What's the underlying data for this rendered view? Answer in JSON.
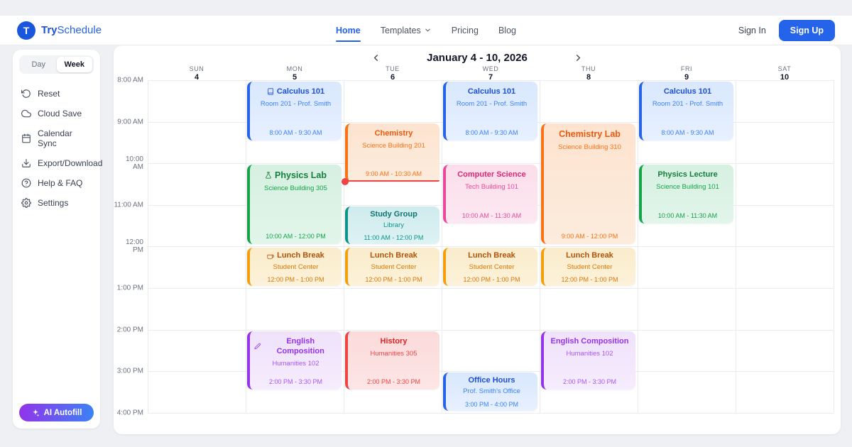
{
  "brand": {
    "logo_letter": "T",
    "name_bold": "Try",
    "name_rest": "Schedule"
  },
  "nav": {
    "links": [
      {
        "label": "Home",
        "active": true,
        "dropdown": false
      },
      {
        "label": "Templates",
        "active": false,
        "dropdown": true
      },
      {
        "label": "Pricing",
        "active": false,
        "dropdown": false
      },
      {
        "label": "Blog",
        "active": false,
        "dropdown": false
      }
    ],
    "sign_in": "Sign In",
    "sign_up": "Sign Up"
  },
  "sidebar": {
    "view_toggle": [
      {
        "label": "Day",
        "active": false
      },
      {
        "label": "Week",
        "active": true
      }
    ],
    "items": [
      {
        "icon": "reset-icon",
        "label": "Reset"
      },
      {
        "icon": "cloud-icon",
        "label": "Cloud Save"
      },
      {
        "icon": "calendar-icon",
        "label": "Calendar Sync"
      },
      {
        "icon": "download-icon",
        "label": "Export/Download"
      },
      {
        "icon": "help-icon",
        "label": "Help & FAQ"
      },
      {
        "icon": "settings-icon",
        "label": "Settings"
      }
    ],
    "ai_button": {
      "icon": "sparkles-icon",
      "label": "AI Autofill"
    }
  },
  "calendar": {
    "title": "January 4 - 10, 2026",
    "days": [
      {
        "name": "SUN",
        "num": "4"
      },
      {
        "name": "MON",
        "num": "5"
      },
      {
        "name": "TUE",
        "num": "6"
      },
      {
        "name": "WED",
        "num": "7"
      },
      {
        "name": "THU",
        "num": "8"
      },
      {
        "name": "FRI",
        "num": "9"
      },
      {
        "name": "SAT",
        "num": "10"
      }
    ],
    "times": [
      "8:00 AM",
      "9:00 AM",
      "10:00 AM",
      "11:00 AM",
      "12:00 PM",
      "1:00 PM",
      "2:00 PM",
      "3:00 PM",
      "4:00 PM"
    ],
    "handle_color": "#ef4444",
    "palette": {
      "blue": {
        "border": "#2563eb",
        "bg": "#d9e8fd",
        "bg2": "#e7f0fe",
        "title": "#1d4ed8",
        "text": "#3b82f6"
      },
      "orange": {
        "border": "#f97316",
        "bg": "#fde3cf",
        "bg2": "#fcecdd",
        "title": "#ea580c",
        "text": "#f97316"
      },
      "green": {
        "border": "#16a34a",
        "bg": "#d6f0e1",
        "bg2": "#e2f5ea",
        "title": "#15803d",
        "text": "#16a34a"
      },
      "teal": {
        "border": "#0d9488",
        "bg": "#cfebee",
        "bg2": "#ddf2f4",
        "title": "#0f766e",
        "text": "#0d9488"
      },
      "pink": {
        "border": "#ec4899",
        "bg": "#fbdeea",
        "bg2": "#fce8f2",
        "title": "#db2777",
        "text": "#ec4899"
      },
      "amber": {
        "border": "#f59e0b",
        "bg": "#faeccb",
        "bg2": "#fcf2da",
        "title": "#b45309",
        "text": "#d97706"
      },
      "purple": {
        "border": "#9333ea",
        "bg": "#efe2fb",
        "bg2": "#f5ecfd",
        "title": "#9333ea",
        "text": "#a855f7"
      },
      "red": {
        "border": "#ef4444",
        "bg": "#fcdada",
        "bg2": "#fde6e6",
        "title": "#dc2626",
        "text": "#ef4444"
      }
    },
    "events": [
      {
        "day": 1,
        "start": 8,
        "end": 9.5,
        "title": "Calculus 101",
        "location": "Room 201 - Prof. Smith",
        "time": "8:00 AM - 9:30 AM",
        "color": "blue",
        "icon": "book-icon"
      },
      {
        "day": 1,
        "start": 10,
        "end": 12,
        "title": "Physics Lab",
        "location": "Science Building 305",
        "time": "10:00 AM - 12:00 PM",
        "color": "green",
        "icon": "flask-icon"
      },
      {
        "day": 1,
        "start": 12,
        "end": 13,
        "title": "Lunch Break",
        "location": "Student Center",
        "time": "12:00 PM - 1:00 PM",
        "color": "amber",
        "icon": "coffee-icon"
      },
      {
        "day": 1,
        "start": 14,
        "end": 15.5,
        "title": "English Composition",
        "location": "Humanities 102",
        "time": "2:00 PM - 3:30 PM",
        "color": "purple",
        "icon": "pen-icon"
      },
      {
        "day": 2,
        "start": 9,
        "end": 10.5,
        "title": "Chemistry",
        "location": "Science Building 201",
        "time": "9:00 AM - 10:30 AM",
        "color": "orange",
        "resize_handle": true
      },
      {
        "day": 2,
        "start": 11,
        "end": 12,
        "title": "Study Group",
        "location": "Library",
        "time": "11:00 AM - 12:00 PM",
        "color": "teal"
      },
      {
        "day": 2,
        "start": 12,
        "end": 13,
        "title": "Lunch Break",
        "location": "Student Center",
        "time": "12:00 PM - 1:00 PM",
        "color": "amber"
      },
      {
        "day": 2,
        "start": 14,
        "end": 15.5,
        "title": "History",
        "location": "Humanities 305",
        "time": "2:00 PM - 3:30 PM",
        "color": "red"
      },
      {
        "day": 3,
        "start": 8,
        "end": 9.5,
        "title": "Calculus 101",
        "location": "Room 201 - Prof. Smith",
        "time": "8:00 AM - 9:30 AM",
        "color": "blue"
      },
      {
        "day": 3,
        "start": 10,
        "end": 11.5,
        "title": "Computer Science",
        "location": "Tech Building 101",
        "time": "10:00 AM - 11:30 AM",
        "color": "pink"
      },
      {
        "day": 3,
        "start": 12,
        "end": 13,
        "title": "Lunch Break",
        "location": "Student Center",
        "time": "12:00 PM - 1:00 PM",
        "color": "amber"
      },
      {
        "day": 3,
        "start": 15,
        "end": 16,
        "title": "Office Hours",
        "location": "Prof. Smith's Office",
        "time": "3:00 PM - 4:00 PM",
        "color": "blue"
      },
      {
        "day": 4,
        "start": 9,
        "end": 12,
        "title": "Chemistry Lab",
        "location": "Science Building 310",
        "time": "9:00 AM - 12:00 PM",
        "color": "orange"
      },
      {
        "day": 4,
        "start": 12,
        "end": 13,
        "title": "Lunch Break",
        "location": "Student Center",
        "time": "12:00 PM - 1:00 PM",
        "color": "amber"
      },
      {
        "day": 4,
        "start": 14,
        "end": 15.5,
        "title": "English Composition",
        "location": "Humanities 102",
        "time": "2:00 PM - 3:30 PM",
        "color": "purple"
      },
      {
        "day": 5,
        "start": 8,
        "end": 9.5,
        "title": "Calculus 101",
        "location": "Room 201 - Prof. Smith",
        "time": "8:00 AM - 9:30 AM",
        "color": "blue"
      },
      {
        "day": 5,
        "start": 10,
        "end": 11.5,
        "title": "Physics Lecture",
        "location": "Science Building 101",
        "time": "10:00 AM - 11:30 AM",
        "color": "green"
      }
    ]
  }
}
